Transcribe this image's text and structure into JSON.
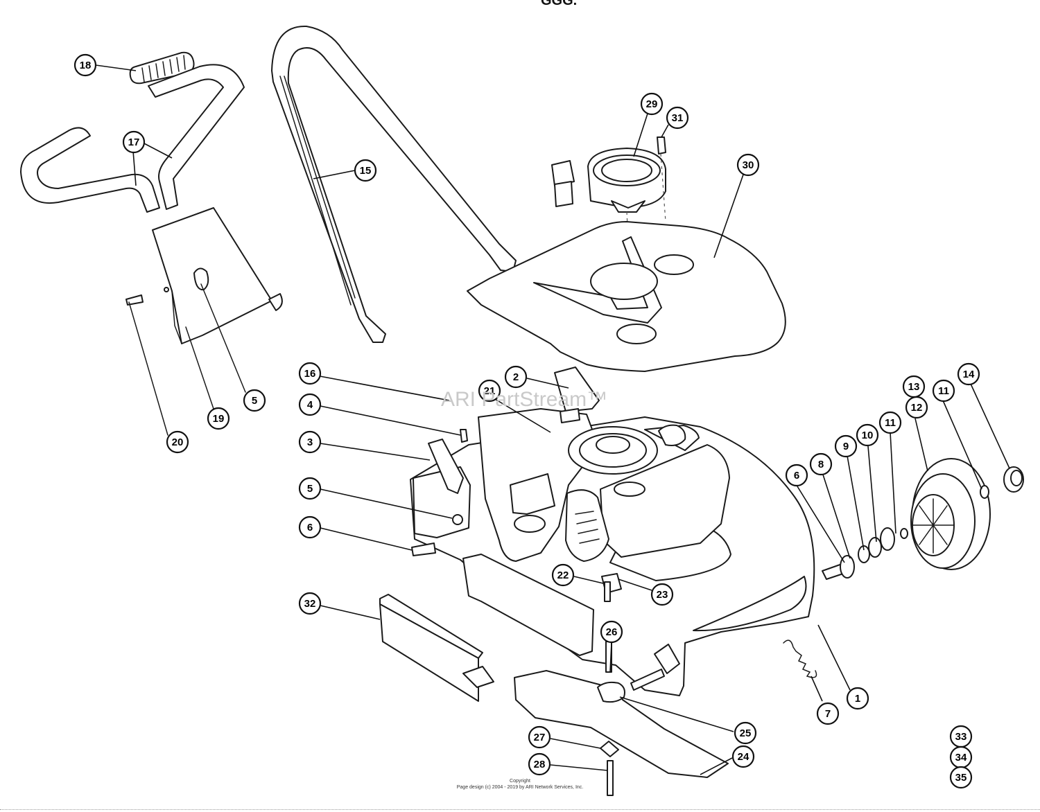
{
  "header_fragment": "GGG.",
  "watermark": "ARI PartStream™",
  "copyright_line1": "Copyright",
  "copyright_line2": "Page design (c) 2004 - 2019 by ARI Network Services, Inc.",
  "callouts": [
    "18",
    "17",
    "15",
    "29",
    "31",
    "30",
    "5",
    "19",
    "20",
    "16",
    "2",
    "21",
    "4",
    "3",
    "5",
    "6",
    "32",
    "22",
    "23",
    "26",
    "1",
    "7",
    "13",
    "12",
    "11",
    "14",
    "6",
    "8",
    "9",
    "10",
    "11",
    "25",
    "24",
    "27",
    "28",
    "33",
    "34",
    "35"
  ]
}
